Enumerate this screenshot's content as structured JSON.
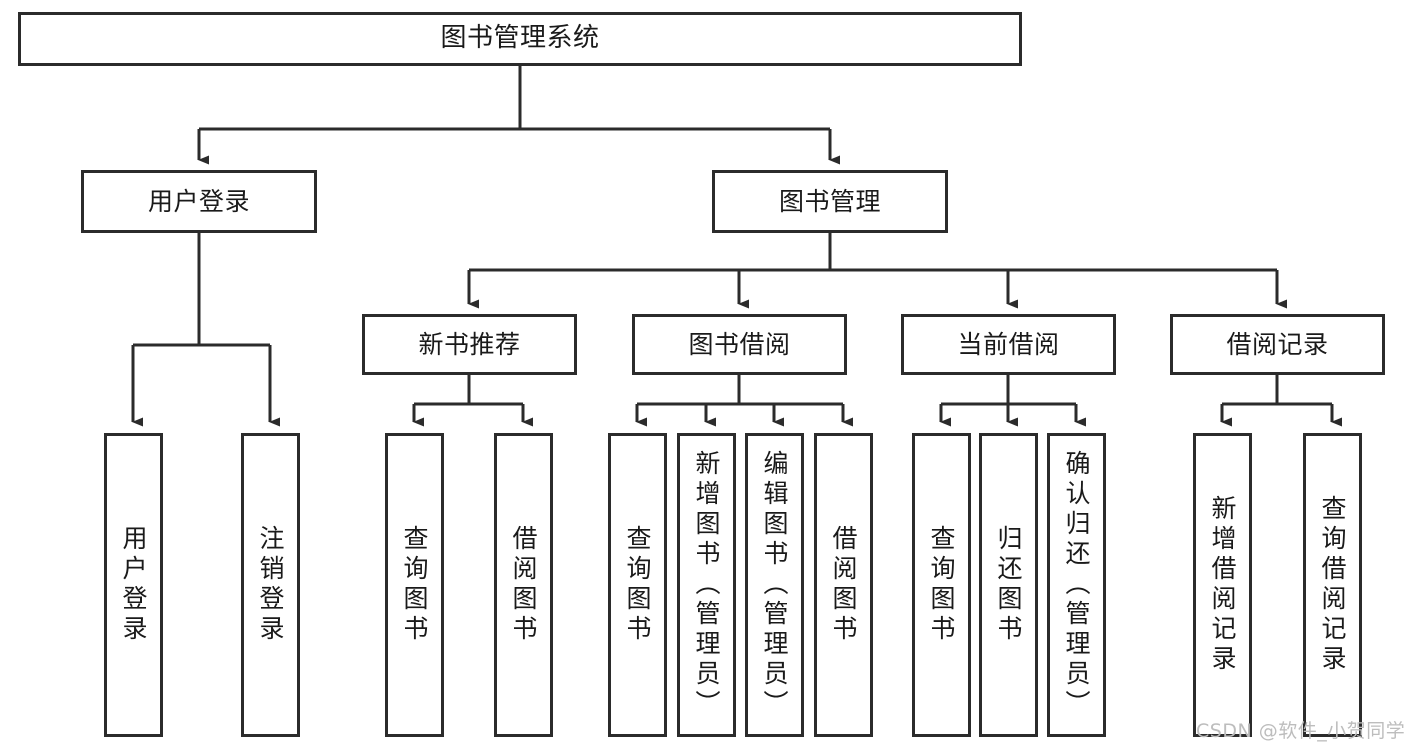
{
  "diagram": {
    "title": "图书管理系统",
    "type": "tree",
    "colors": {
      "stroke": "#2b2b2b",
      "fill": "#ffffff",
      "text": "#1a1a1a",
      "watermark": "#bdbdbd",
      "background": "#ffffff"
    },
    "root": {
      "label": "图书管理系统"
    },
    "level1": [
      {
        "label": "用户登录"
      },
      {
        "label": "图书管理"
      }
    ],
    "level2": [
      {
        "label": "新书推荐"
      },
      {
        "label": "图书借阅"
      },
      {
        "label": "当前借阅"
      },
      {
        "label": "借阅记录"
      }
    ],
    "leaves": {
      "user_login": [
        {
          "label": "用户登录"
        },
        {
          "label": "注销登录"
        }
      ],
      "new_book_recommend": [
        {
          "label": "查询图书"
        },
        {
          "label": "借阅图书"
        }
      ],
      "book_borrow": [
        {
          "label": "查询图书"
        },
        {
          "label": "新增图书（管理员）"
        },
        {
          "label": "编辑图书（管理员）"
        },
        {
          "label": "借阅图书"
        }
      ],
      "current_borrow": [
        {
          "label": "查询图书"
        },
        {
          "label": "归还图书"
        },
        {
          "label": "确认归还（管理员）"
        }
      ],
      "borrow_record": [
        {
          "label": "新增借阅记录"
        },
        {
          "label": "查询借阅记录"
        }
      ]
    }
  },
  "watermark": {
    "text": "CSDN @软件_小贺同学"
  }
}
